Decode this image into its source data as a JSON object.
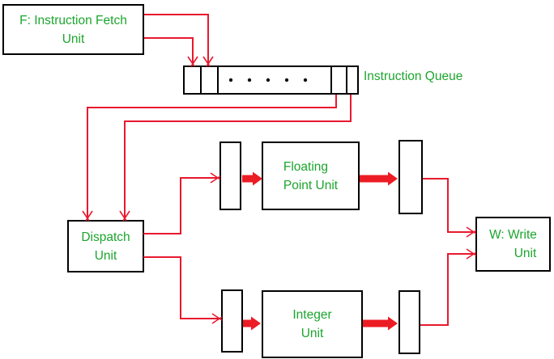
{
  "diagram": {
    "background": "#ffffff",
    "colors": {
      "line_red": "#e8192e",
      "arrow_red": "#ec1c24",
      "text_green": "#1ca52e",
      "border_black": "#000000",
      "dot_black": "#111111"
    },
    "nodes": {
      "fetch": {
        "line1": "F: Instruction Fetch",
        "line2": "Unit"
      },
      "dispatch": {
        "line1": "Dispatch",
        "line2": "Unit"
      },
      "fpu": {
        "line1": "Floating",
        "line2": "Point Unit"
      },
      "integer": {
        "line1": "Integer",
        "line2": "Unit"
      },
      "write": {
        "line1": "W: Write",
        "line2": "Unit"
      }
    },
    "queue": {
      "label": "Instruction Queue",
      "ellipsis_dot_count": 5,
      "left_slot_count": 2,
      "right_slot_count": 2
    },
    "connections": [
      {
        "id": "fetch-to-queue-slot2",
        "from": "instruction-fetch-unit",
        "to": "instruction-queue",
        "style": "thin"
      },
      {
        "id": "fetch-to-queue-slot1",
        "from": "instruction-fetch-unit",
        "to": "instruction-queue",
        "style": "thin"
      },
      {
        "id": "queue-to-dispatch-a",
        "from": "instruction-queue",
        "to": "dispatch-unit",
        "style": "thin"
      },
      {
        "id": "queue-to-dispatch-b",
        "from": "instruction-queue",
        "to": "dispatch-unit",
        "style": "thin"
      },
      {
        "id": "dispatch-to-fpu-buffer",
        "from": "dispatch-unit",
        "to": "fpu-input-buffer",
        "style": "thin"
      },
      {
        "id": "dispatch-to-int-buffer",
        "from": "dispatch-unit",
        "to": "integer-input-buffer",
        "style": "thin"
      },
      {
        "id": "fpu-buffer-to-write",
        "from": "fpu-output-buffer",
        "to": "write-unit",
        "style": "thin"
      },
      {
        "id": "int-buffer-to-write",
        "from": "integer-output-buffer",
        "to": "write-unit",
        "style": "thin"
      },
      {
        "id": "fpu-in-arrow",
        "from": "fpu-input-buffer",
        "to": "floating-point-unit",
        "style": "block"
      },
      {
        "id": "fpu-out-arrow",
        "from": "floating-point-unit",
        "to": "fpu-output-buffer",
        "style": "block"
      },
      {
        "id": "int-in-arrow",
        "from": "integer-input-buffer",
        "to": "integer-unit",
        "style": "block"
      },
      {
        "id": "int-out-arrow",
        "from": "integer-unit",
        "to": "integer-output-buffer",
        "style": "block"
      }
    ]
  }
}
